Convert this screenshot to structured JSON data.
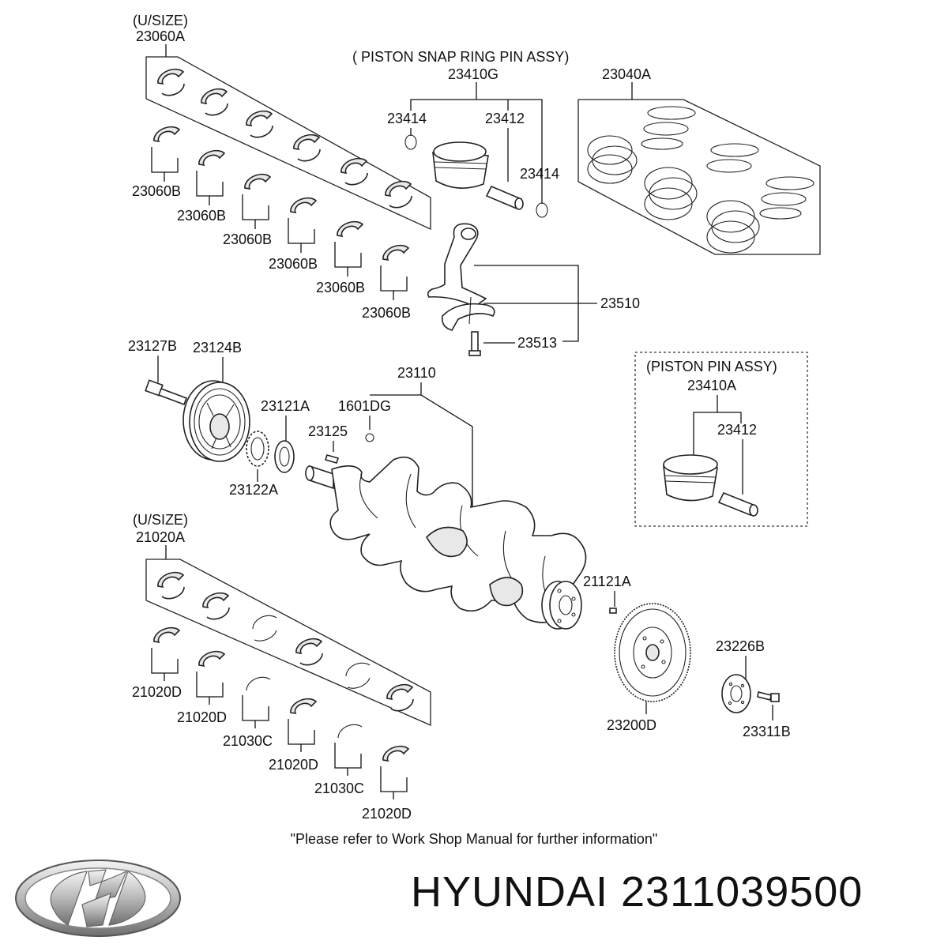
{
  "labels": {
    "bearing_upper_group": "(U/SIZE)",
    "bearing_upper_code": "23060A",
    "bearing_upper_b": [
      "23060B",
      "23060B",
      "23060B",
      "23060B",
      "23060B",
      "23060B"
    ],
    "piston_snap_title": "( PISTON  SNAP RING  PIN ASSY)",
    "piston_snap_code": "23410G",
    "snap_ring_1": "23414",
    "piston_pin_1": "23412",
    "snap_ring_2": "23414",
    "ring_set": "23040A",
    "conrod": "23510",
    "conrod_bolt": "23513",
    "bolt": "23127B",
    "pulley": "23124B",
    "crankshaft": "23110",
    "plug": "1601DG",
    "sprocket": "23121A",
    "key": "23125",
    "washer": "23122A",
    "piston_pin_title": "(PISTON  PIN ASSY)",
    "piston_pin_code": "23410A",
    "piston_pin_2": "23412",
    "bearing_lower_group": "(U/SIZE)",
    "bearing_lower_code": "21020A",
    "pin": "21121A",
    "drive_plate_spacer": "23226B",
    "drive_plate": "23200D",
    "drive_plate_bolt": "23311B",
    "bearing_lower_list": [
      "21020D",
      "21020D",
      "21030C",
      "21020D",
      "21030C",
      "21020D"
    ]
  },
  "footer_note": "\"Please refer to Work Shop Manual for further information\"",
  "brand": {
    "title": "HYUNDAI 2311039500",
    "logo_icon": "hyundai-logo"
  }
}
